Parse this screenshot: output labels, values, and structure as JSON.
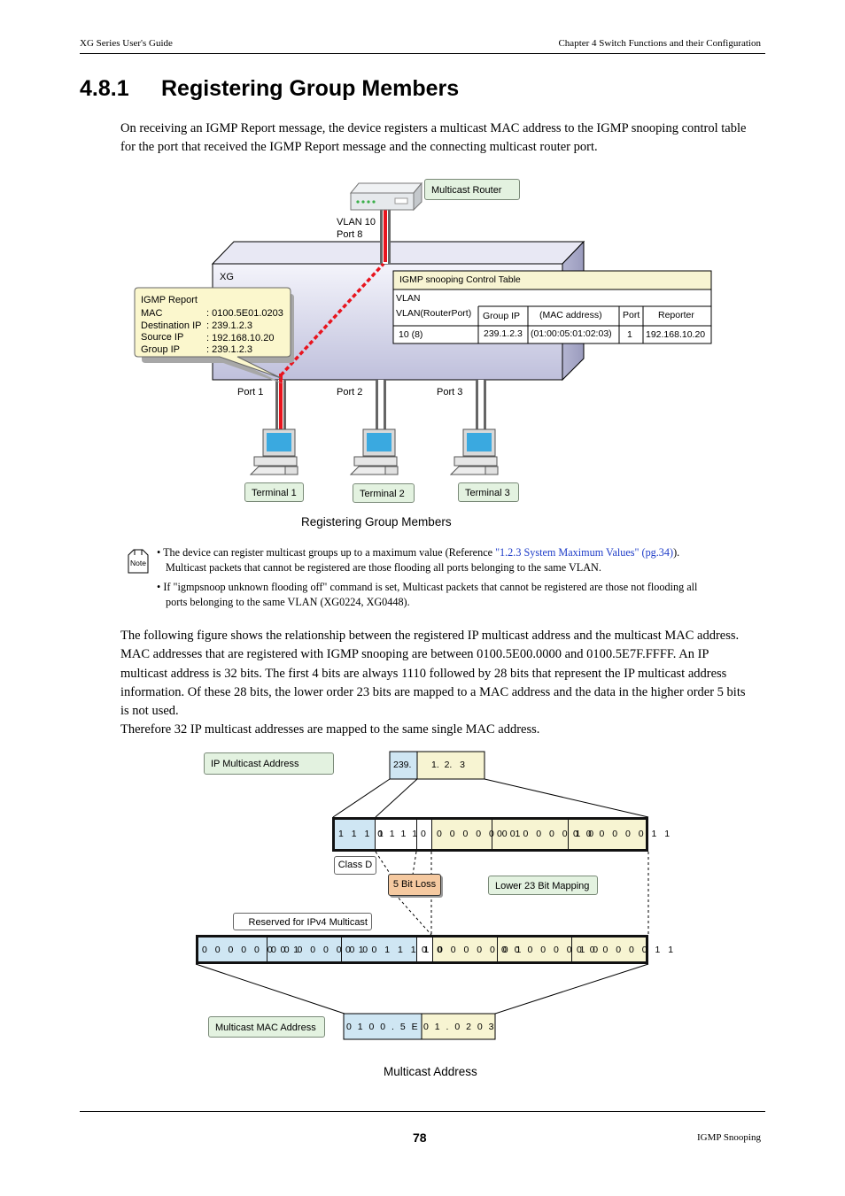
{
  "header": {
    "left": "XG Series User's Guide",
    "right": "Chapter 4 Switch Functions and their Configuration"
  },
  "section": {
    "number": "4.8.1",
    "title": "Registering Group Members"
  },
  "intro": [
    "On receiving an IGMP Report message, the device registers a multicast MAC address to the IGMP snooping control table",
    "for the port that received the IGMP Report message and the connecting multicast router port."
  ],
  "figure1": {
    "router_label": "Multicast Router",
    "router_port": [
      "VLAN 10",
      "Port 8"
    ],
    "switch_label": "XG",
    "report": {
      "title": "IGMP Report",
      "rows": [
        [
          "MAC",
          ": 0100.5E01.0203"
        ],
        [
          "Destination IP",
          ": 239.1.2.3"
        ],
        [
          "Source IP",
          ": 192.168.10.20"
        ],
        [
          "Group IP",
          ": 239.1.2.3"
        ]
      ]
    },
    "table": {
      "title": "IGMP snooping Control Table",
      "vlan_header": "VLAN",
      "vlan_router_header": "VLAN(RouterPort)",
      "headers": [
        "Group IP",
        "(MAC address)",
        "Port",
        "Reporter"
      ],
      "row": [
        "10 (8)",
        "239.1.2.3",
        "(01:00:05:01:02:03)",
        "1",
        "192.168.10.20"
      ]
    },
    "ports": [
      "Port 1",
      "Port 2",
      "Port 3"
    ],
    "terminals": [
      "Terminal 1",
      "Terminal 2",
      "Terminal 3"
    ],
    "caption": "Registering Group Members"
  },
  "note": {
    "icon_label": "Note",
    "bullet1_pre": "The device can register multicast groups up to a maximum value (Reference ",
    "bullet1_link": "\"1.2.3 System Maximum Values\" (pg.34)",
    "bullet1_post": ").",
    "bullet1_line2": "Multicast packets that cannot be registered are those flooding all ports belonging to the same VLAN.",
    "bullet2_line1": "If \"igmpsnoop unknown flooding off\" command is set, Multicast packets that cannot be registered are those not flooding all",
    "bullet2_line2": "ports belonging to the same VLAN (XG0224, XG0448)."
  },
  "body2": [
    "The following figure shows the relationship between the registered IP multicast address and the multicast MAC address.",
    "MAC addresses that are registered with IGMP snooping are between 0100.5E00.0000 and 0100.5E7F.FFFF. An IP",
    "multicast address is 32 bits. The first 4 bits are always 1110 followed by 28 bits that represent the IP multicast address",
    "information. Of these 28 bits, the lower order 23 bits are mapped to a MAC address and the data in the higher order 5 bits",
    "is not used.",
    "Therefore 32 IP multicast addresses are mapped to the same single MAC address."
  ],
  "figure2": {
    "ip_label": "IP Multicast Address",
    "ip_first": "239.",
    "ip_rest": "1.  2.   3",
    "ip_bits": [
      "1 1 1 0",
      "1 1 1 1",
      "0",
      "0 0 0 0 0 0 1",
      "0 0 0 0 0 0 1 0",
      "0 0 0 0 0 0 1 1"
    ],
    "class_d": "Class D",
    "bit_loss": "5 Bit Loss",
    "lower_mapping": "Lower 23 Bit Mapping",
    "reserved": "Reserved for IPv4 Multicast",
    "mac_bits": [
      "0 0 0 0 0 0 0 1",
      "0 0 0 0 0 0 0 0",
      "0 1 0 1 1 1 1 0",
      "0",
      "0 0 0 0 0 0 1",
      "0 0 0 0 0 0 1 0",
      "0 0 0 0 0 0 1 1"
    ],
    "mac_label": "Multicast MAC Address",
    "mac_first": "0 1 0 0 . 5 E",
    "mac_rest": "0 1 . 0 2 0 3",
    "caption": "Multicast Address",
    "colors": {
      "blue": "#cfe6f3",
      "yellow": "#f7f4d2",
      "green": "#e3f2e0",
      "orange": "#f5c9a0"
    }
  },
  "footer": {
    "page": "78",
    "right": "IGMP Snooping"
  }
}
